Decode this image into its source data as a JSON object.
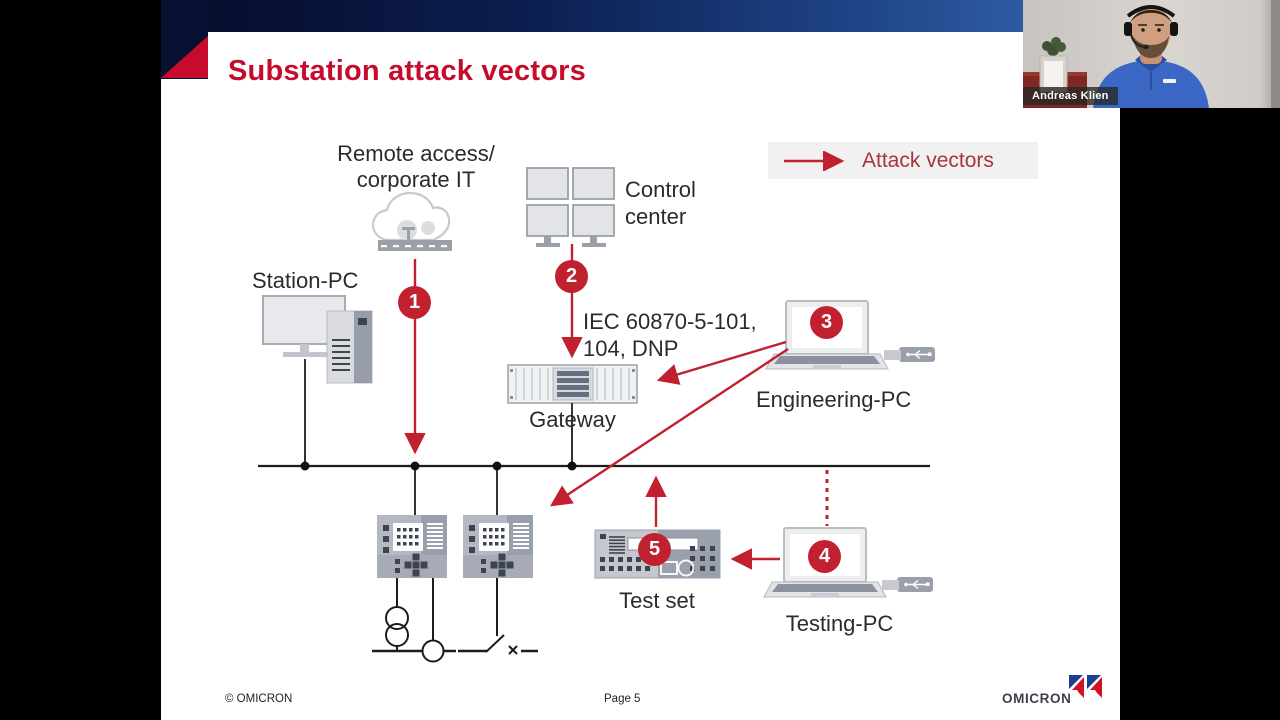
{
  "slide": {
    "title": "Substation attack vectors",
    "legend": {
      "label": "Attack vectors"
    },
    "diagram": {
      "remote_access_line1": "Remote access/",
      "remote_access_line2": "corporate IT",
      "control_center_line1": "Control",
      "control_center_line2": "center",
      "station_pc": "Station-PC",
      "protocols_line1": "IEC 60870-5-101,",
      "protocols_line2": "104, DNP",
      "gateway": "Gateway",
      "engineering_pc": "Engineering-PC",
      "test_set": "Test set",
      "testing_pc": "Testing-PC",
      "markers": [
        "1",
        "2",
        "3",
        "4",
        "5"
      ]
    },
    "footer": {
      "copyright": "© OMICRON",
      "page": "Page 5",
      "brand": "OMICRON"
    }
  },
  "webcam": {
    "speaker_name": "Andreas Klien"
  },
  "colors": {
    "title_red": "#c60b2d",
    "accent_red": "#c1202f",
    "legend_text": "#a93340",
    "text_dark": "#2b2b2b"
  }
}
